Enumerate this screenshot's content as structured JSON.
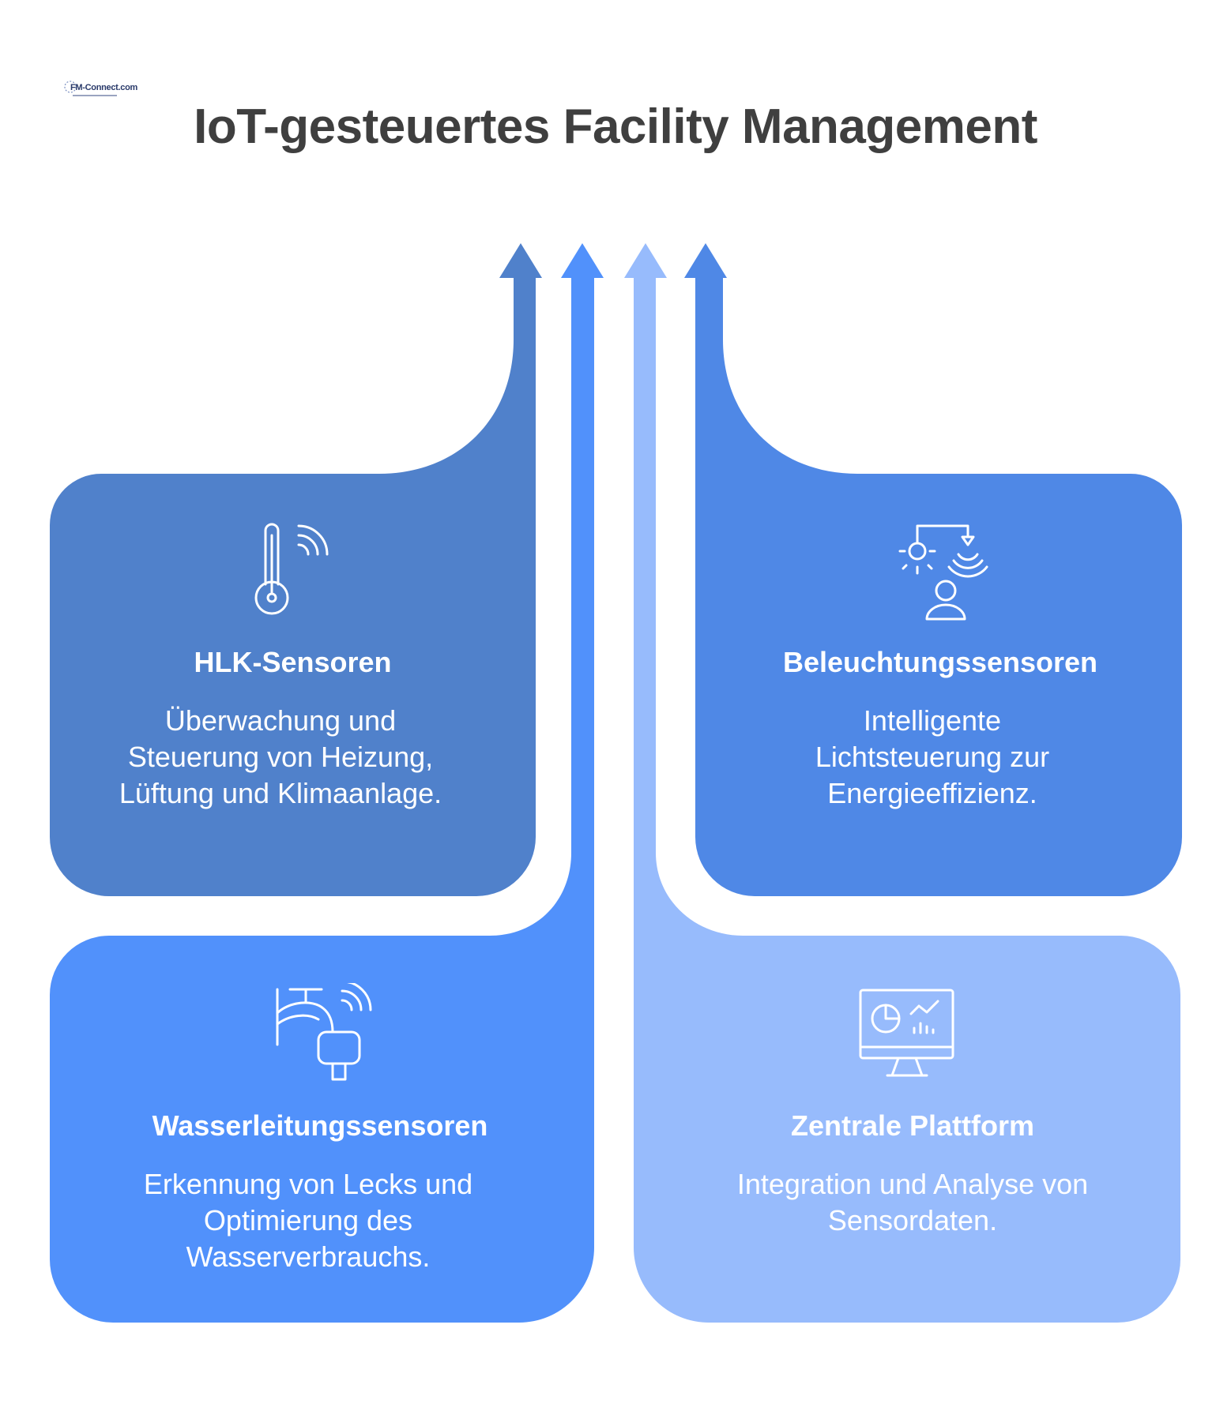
{
  "logo": {
    "text": "FM-Connect.com"
  },
  "title": "IoT-gesteuertes Facility Management",
  "colors": {
    "hlk": "#5081cb",
    "wasser": "#5191fb",
    "plattform": "#97bbfc",
    "licht": "#4f88e6",
    "title": "#3f3f3f"
  },
  "cards": [
    {
      "id": "hlk",
      "icon": "thermometer-wifi-icon",
      "heading": "HLK-Sensoren",
      "description": "Überwachung und Steuerung von Heizung, Lüftung und Klimaanlage."
    },
    {
      "id": "licht",
      "icon": "light-sensor-icon",
      "heading": "Beleuchtungssensoren",
      "description": "Intelligente Lichtsteuerung zur Energieeffizienz."
    },
    {
      "id": "wasser",
      "icon": "faucet-wifi-icon",
      "heading": "Wasserleitungssensoren",
      "description": "Erkennung von Lecks und Optimierung des Wasserverbrauchs."
    },
    {
      "id": "plattform",
      "icon": "monitor-chart-icon",
      "heading": "Zentrale Plattform",
      "description": "Integration und Analyse von Sensordaten."
    }
  ]
}
